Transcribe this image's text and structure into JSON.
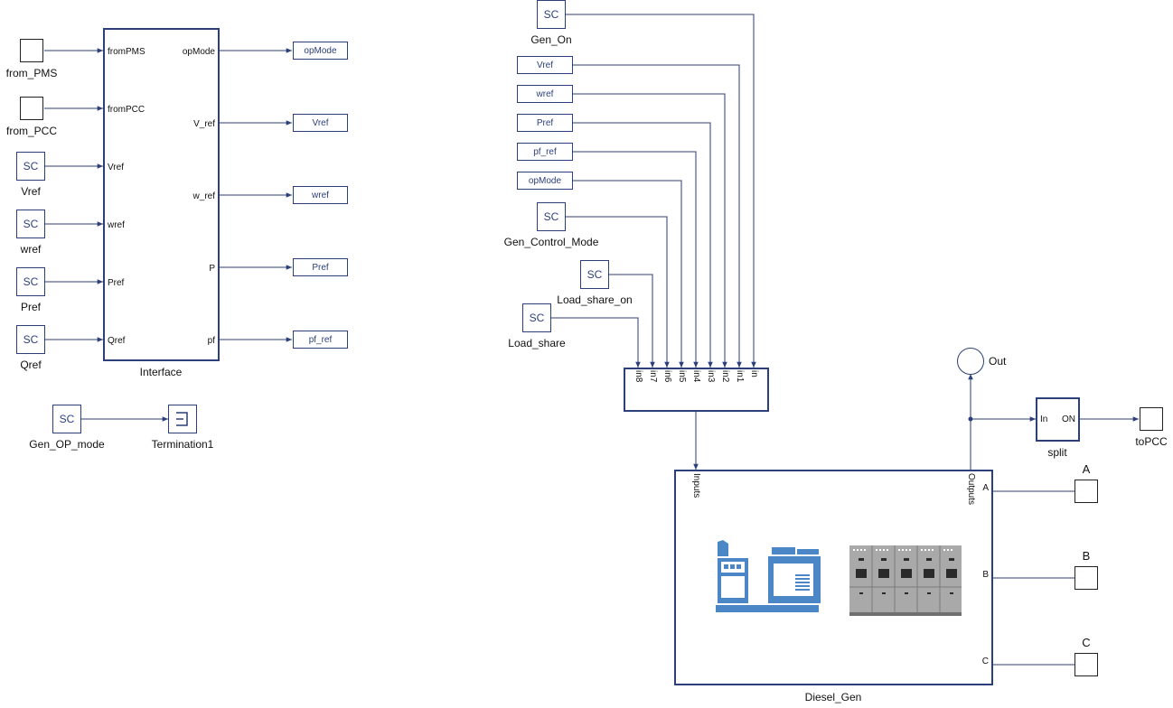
{
  "colors": {
    "wire": "#2b3f7a",
    "icon_blue": "#4b86c6",
    "panel_gray": "#a9a9a9"
  },
  "interface": {
    "name": "Interface",
    "in_ports": [
      "fromPMS",
      "fromPCC",
      "Vref",
      "wref",
      "Pref",
      "Qref"
    ],
    "out_ports": [
      "opMode",
      "V_ref",
      "w_ref",
      "P",
      "pf"
    ]
  },
  "left_inputs": [
    "from_PMS",
    "from_PCC",
    "Vref",
    "wref",
    "Pref",
    "Qref"
  ],
  "sc_text": "SC",
  "left_gotos": [
    "opMode",
    "Vref",
    "wref",
    "Pref",
    "pf_ref"
  ],
  "gen_op_mode": "Gen_OP_mode",
  "termination": "Termination1",
  "mid_sources": {
    "gen_on": "Gen_On",
    "froms": [
      "Vref",
      "wref",
      "Pref",
      "pf_ref",
      "opMode"
    ],
    "gen_control_mode": "Gen_Control_Mode",
    "load_share_on": "Load_share_on",
    "load_share": "Load_share"
  },
  "mux_ports": [
    "in8",
    "in7",
    "in6",
    "in5",
    "in4",
    "in3",
    "in2",
    "in1",
    "in"
  ],
  "diesel": {
    "name": "Diesel_Gen",
    "in_port": "Inputs",
    "out_port": "Outputs",
    "phase_ports": [
      "A",
      "B",
      "C"
    ]
  },
  "phase_terminals": [
    "A",
    "B",
    "C"
  ],
  "out_port": "Out",
  "split": {
    "name": "split",
    "in": "In",
    "out": "ON"
  },
  "to_pcc": "toPCC"
}
